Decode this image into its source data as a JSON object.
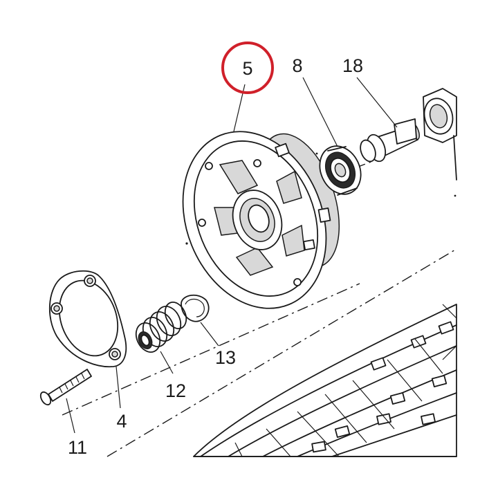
{
  "labels": {
    "p5": "5",
    "p8": "8",
    "p18": "18",
    "p13": "13",
    "p12": "12",
    "p4": "4",
    "p11": "11"
  },
  "highlight": {
    "target": "5",
    "color": "#d0202a"
  },
  "colors": {
    "line": "#1a1a1a",
    "shade": "#d8d8d8",
    "background": "#ffffff"
  }
}
